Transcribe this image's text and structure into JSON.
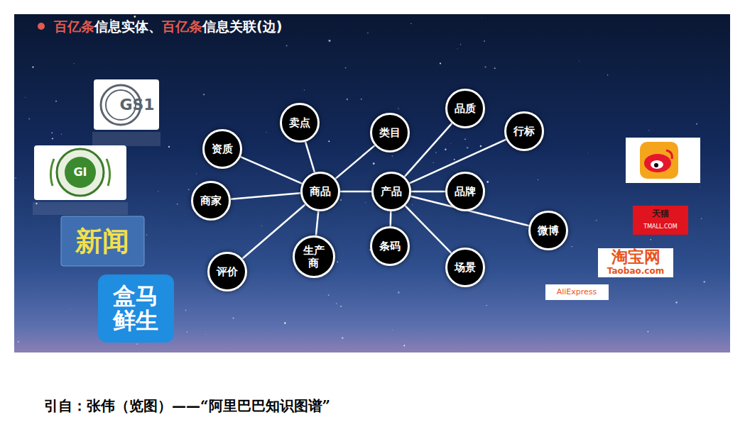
{
  "diagram": {
    "title": "百亿条信息实体、百亿条信息关联(边)",
    "caption": "引自：张伟（览图）——“阿里巴巴知识图谱”",
    "nodes": [
      {
        "text": [
          "资质"
        ]
      },
      {
        "text": [
          "卖点"
        ]
      },
      {
        "text": [
          "类目"
        ]
      },
      {
        "text": [
          "品质"
        ]
      },
      {
        "text": [
          "行标"
        ]
      },
      {
        "text": [
          "商家"
        ]
      },
      {
        "text": [
          "商品"
        ]
      },
      {
        "text": [
          "产品"
        ]
      },
      {
        "text": [
          "品牌"
        ]
      },
      {
        "text": [
          "微博"
        ]
      },
      {
        "text": [
          "条码"
        ]
      },
      {
        "text": [
          "场景"
        ]
      },
      {
        "text": [
          "生产商"
        ]
      },
      {
        "text": [
          "评价"
        ]
      }
    ],
    "edges": [
      {
        "from": 6,
        "to": 0,
        "arrow": "none"
      },
      {
        "from": 6,
        "to": 1,
        "arrow": "none"
      },
      {
        "from": 6,
        "to": 5,
        "arrow": "none"
      },
      {
        "from": 6,
        "to": 13,
        "arrow": "none"
      },
      {
        "from": 6,
        "to": 12,
        "arrow": "none"
      },
      {
        "from": 6,
        "to": 2,
        "arrow": "none"
      },
      {
        "from": 6,
        "to": 7,
        "arrow": "none"
      },
      {
        "from": 7,
        "to": 3,
        "arrow": "none"
      },
      {
        "from": 7,
        "to": 4,
        "arrow": "none"
      },
      {
        "from": 7,
        "to": 8,
        "arrow": "none"
      },
      {
        "from": 7,
        "to": 9,
        "arrow": "none"
      },
      {
        "from": 7,
        "to": 10,
        "arrow": "none"
      },
      {
        "from": 7,
        "to": 11,
        "arrow": "none"
      }
    ],
    "labels": [
      "GS1",
      "GI",
      "新闻",
      "盒马鲜生",
      "天猫",
      "TMALL.COM",
      "淘宝网",
      "Taobao.com",
      "AliExpress"
    ]
  }
}
